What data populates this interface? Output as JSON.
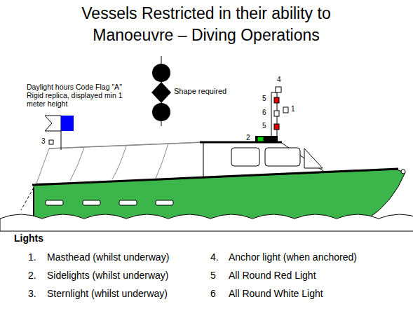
{
  "diagram": {
    "title": "Vessels Restricted in their ability to Manoeuvre – Diving Operations",
    "labels": [
      "Daylight hours Code Flag \"A\" Rigid replica, displayed min 1 meter height",
      "Shape required",
      "4",
      "5",
      "1",
      "6",
      "5",
      "2",
      "3",
      "Lights",
      "1.",
      "Masthead (whilst underway)",
      "2.",
      "Sidelights (whilst underway)",
      "3.",
      "Sternlight (whilst underway)",
      "4.",
      "Anchor light (when anchored)",
      "5",
      "All Round Red Light",
      "6",
      "All Round White Light"
    ]
  }
}
